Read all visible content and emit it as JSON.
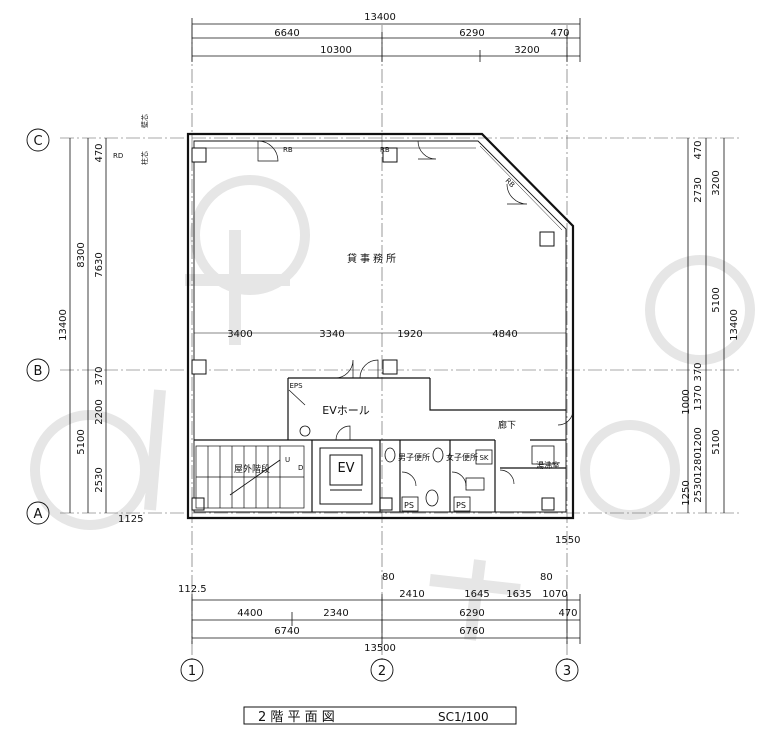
{
  "plan": {
    "top_dims": {
      "overall": "13400",
      "row1": [
        "6640",
        "6290",
        "470"
      ],
      "row2": [
        "10300",
        "3200"
      ]
    },
    "bottom_dims": {
      "row1": [
        "4400",
        "2340",
        "2410",
        "1645",
        "1635",
        "1070",
        "470"
      ],
      "row2": [
        "6740",
        "6760"
      ],
      "overall": "13500",
      "note_1125": "112.5",
      "note_1550": "1550",
      "note_80a": "80",
      "note_80b": "80"
    },
    "left_dims": {
      "overall": "13400",
      "outer": [
        "8300",
        "5100"
      ],
      "inner": [
        "470",
        "7630",
        "370",
        "2200",
        "2530"
      ],
      "note_125": "1125"
    },
    "right_dims": {
      "overall": "13400",
      "outer": [
        "3200",
        "5100",
        "5100"
      ],
      "inner": [
        "470",
        "2730",
        "370",
        "1370",
        "1000",
        "1200",
        "1280",
        "1250",
        "2530"
      ]
    },
    "interior_dims": [
      "3400",
      "3340",
      "1920",
      "4840"
    ],
    "axes": {
      "rows": [
        "C",
        "B",
        "A"
      ],
      "cols": [
        "1",
        "2",
        "3"
      ]
    },
    "rooms": {
      "office": "貸事務所",
      "ev_hall": "EVホール",
      "ev": "EV",
      "stairs": "屋外階段",
      "corridor": "廊下",
      "mens": "男子便所",
      "womens": "女子便所",
      "cleaning": "湯沸室",
      "ps1": "PS",
      "ps2": "PS",
      "eps": "EPS",
      "sk": "SK",
      "mark_u": "U",
      "mark_d": "D"
    },
    "markers": {
      "rb1": "RB",
      "rb2": "RB",
      "rb3": "RB",
      "rd": "RD",
      "wall": "壁芯",
      "column": "柱芯"
    },
    "title": "2 階 平 面 図",
    "scale": "SC1/100"
  },
  "colors": {
    "line": "#111111",
    "grid": "#555555",
    "watermark": "#e4e4e4"
  }
}
